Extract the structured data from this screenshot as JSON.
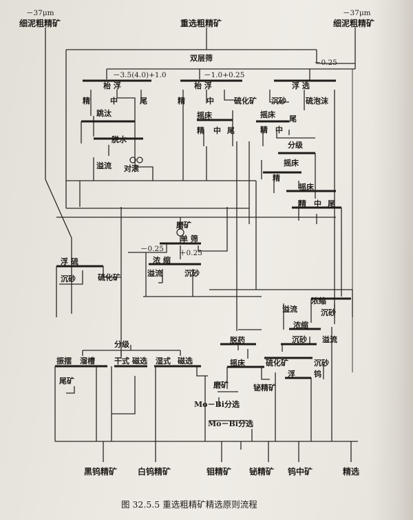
{
  "figure": {
    "caption": "图 32.5.5   重选粗精矿精选原则流程",
    "ink_color": "#1f1c19",
    "paper_color": "#ebe8e1"
  },
  "feeds": {
    "left_size": "－37μm",
    "left_name": "细泥粗精矿",
    "center_name": "重选粗精矿",
    "right_size": "－37μm",
    "right_name": "细泥粗精矿"
  },
  "screen": {
    "double_deck": "双层筛",
    "coarse": "－3.5(4.0)+1.0",
    "medium": "－1.0+0.25",
    "fine": "－0.25"
  },
  "tabling_flotation_1": {
    "op": "枱  浮",
    "products": [
      "精",
      "中",
      "尾"
    ]
  },
  "tabling_flotation_2": {
    "op": "枱  浮",
    "products": [
      "精",
      "中"
    ],
    "side": "硫化矿"
  },
  "jig": {
    "op": "跳汰",
    "dewater": "脱水",
    "overflow": "溢流",
    "roll": "对滚"
  },
  "table_2": {
    "op": "摇床",
    "products": [
      "精",
      "中",
      "尾"
    ],
    "upper": "精"
  },
  "flotation_right": {
    "op": "浮  选",
    "sand": "沉砂",
    "froth": "硫泡沫",
    "table_op": "摇床",
    "products": [
      "精",
      "中",
      "尾"
    ]
  },
  "classify_right": {
    "op": "分级",
    "table_a": "摇床",
    "table_b": "摇床",
    "table_b_products": [
      "精",
      "中",
      "尾"
    ],
    "a_product": "精"
  },
  "grind": {
    "op": "磨矿",
    "screen": "单  筛",
    "minus": "－0.25",
    "plus": "＋0.25",
    "thicken": "浓  缩",
    "overflow": "溢流",
    "sand": "沉砂"
  },
  "sulfide_float": {
    "op": "浮  硫",
    "sand": "沉砂",
    "side": "硫化矿"
  },
  "thicken_right": {
    "op1": "浓缩",
    "overflow1": "溢流",
    "sand1": "沉砂",
    "op2": "浓缩",
    "sand2": "沉砂",
    "overflow2": "溢流"
  },
  "classify_mag": {
    "op": "分级",
    "vibrate": "振摆",
    "chute": "溜槽",
    "tail": "尾矿",
    "dry": "干式",
    "wet": "湿式",
    "mag1": "磁选",
    "mag2": "磁选"
  },
  "reagent": {
    "op": "脱药",
    "table": "摇床",
    "grind": "磨矿",
    "side": "铋精矿"
  },
  "w_float": {
    "sulfide": "硫化矿",
    "sand": "沉砂",
    "op": "浮",
    "product": "钨"
  },
  "mobi": {
    "sep1": "Mo－Bi分选",
    "sep2a": "Mo－Bi",
    "sep2b": "分选"
  },
  "products": [
    "黑钨精矿",
    "白钨精矿",
    "钼精矿",
    "铋精矿",
    "钨中矿",
    "精选"
  ]
}
